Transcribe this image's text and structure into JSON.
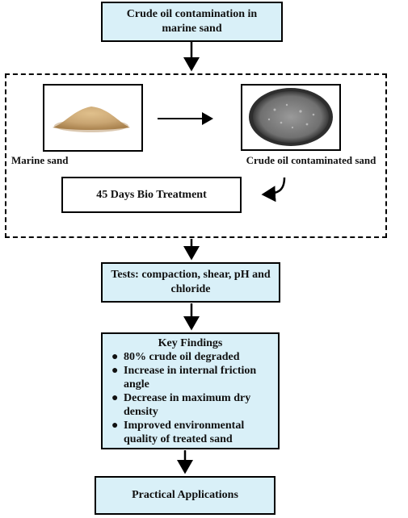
{
  "top_box": {
    "label": "Crude oil contamination in marine sand"
  },
  "sand_image": {
    "caption": "Marine sand"
  },
  "contaminated_image": {
    "caption": "Crude oil contaminated sand"
  },
  "treatment_box": {
    "label": "45 Days Bio Treatment"
  },
  "tests_box": {
    "label": "Tests: compaction, shear, pH and chloride"
  },
  "findings": {
    "title": "Key Findings",
    "items": [
      "80% crude oil degraded",
      "Increase in internal friction angle",
      "Decrease in maximum dry density",
      "Improved environmental quality of treated sand"
    ]
  },
  "applications_box": {
    "label": "Practical Applications"
  },
  "colors": {
    "box_fill": "#d9f0f8",
    "stroke": "#000000",
    "sand": "#c9a572",
    "dish": "#6d6d6d"
  }
}
